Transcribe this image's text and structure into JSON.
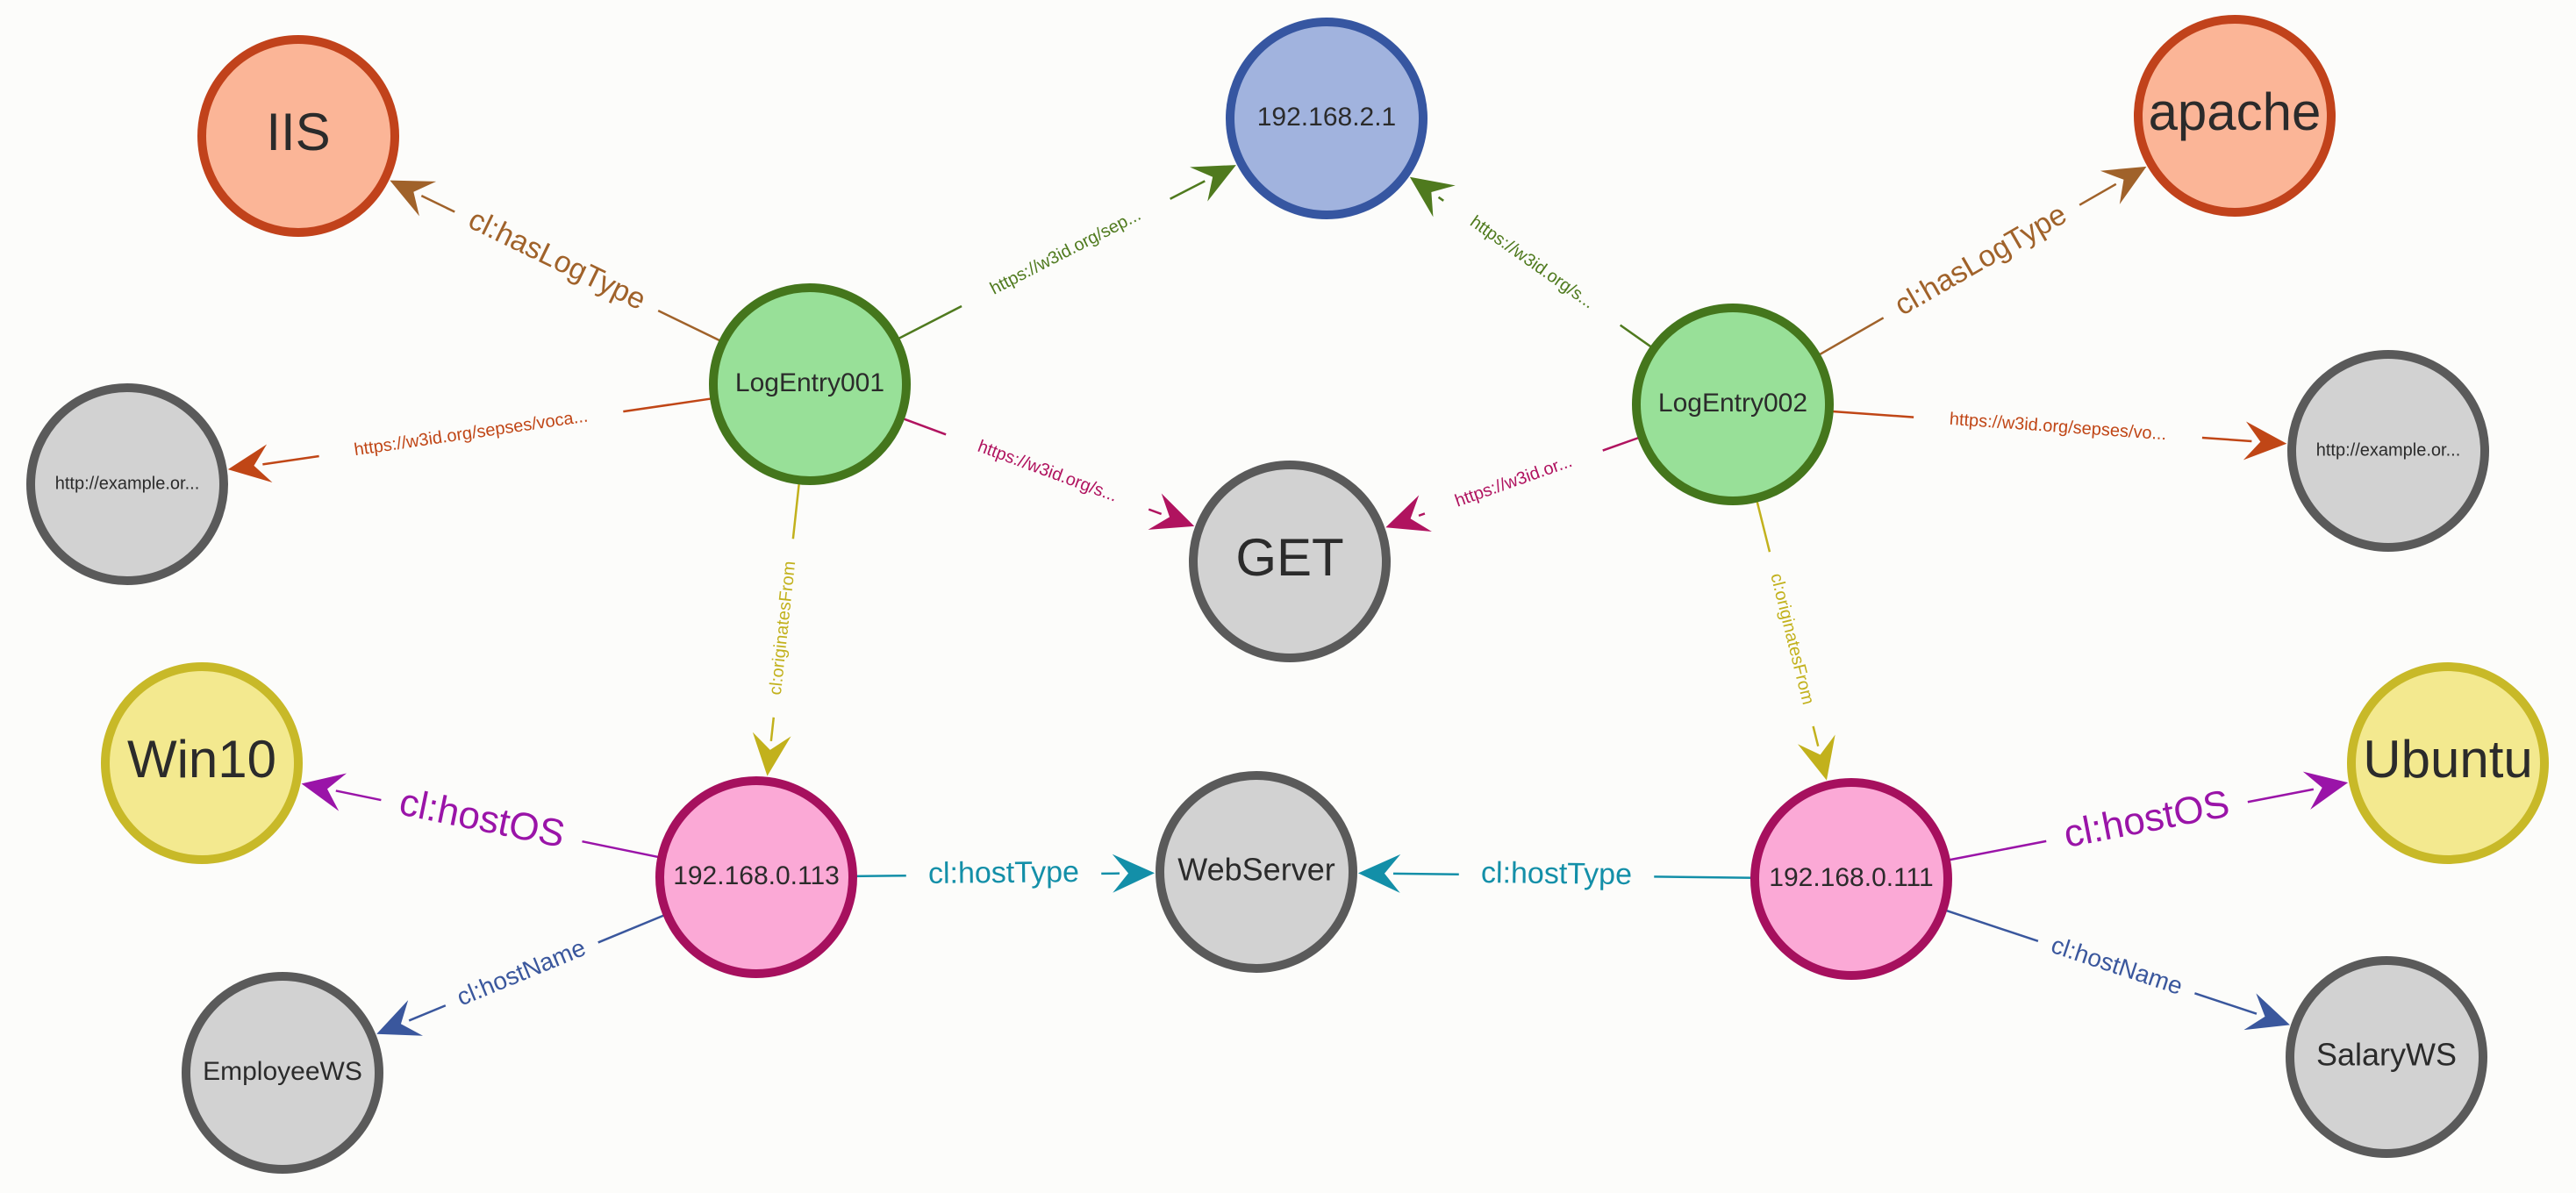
{
  "nodes": [
    {
      "id": "iis",
      "label": "IIS",
      "style": "orange",
      "size": "xl"
    },
    {
      "id": "ip2",
      "label": "192.168.2.1",
      "style": "blue",
      "size": "md"
    },
    {
      "id": "apache",
      "label": "apache",
      "style": "orange",
      "size": "xl"
    },
    {
      "id": "log1",
      "label": "LogEntry001",
      "style": "green",
      "size": "md"
    },
    {
      "id": "log2",
      "label": "LogEntry002",
      "style": "green",
      "size": "md"
    },
    {
      "id": "ex1",
      "label": "http://example.or...",
      "style": "grey",
      "size": "xs"
    },
    {
      "id": "ex2",
      "label": "http://example.or...",
      "style": "grey",
      "size": "xs"
    },
    {
      "id": "get",
      "label": "GET",
      "style": "grey",
      "size": "xl"
    },
    {
      "id": "win10",
      "label": "Win10",
      "style": "yellow",
      "size": "xl"
    },
    {
      "id": "ubuntu",
      "label": "Ubuntu",
      "style": "yellow",
      "size": "xl"
    },
    {
      "id": "ip113",
      "label": "192.168.0.113",
      "style": "pink",
      "size": "md"
    },
    {
      "id": "ip111",
      "label": "192.168.0.111",
      "style": "pink",
      "size": "md"
    },
    {
      "id": "webserver",
      "label": "WebServer",
      "style": "grey",
      "size": "lg"
    },
    {
      "id": "employeews",
      "label": "EmployeeWS",
      "style": "grey",
      "size": "md"
    },
    {
      "id": "salaryws",
      "label": "SalaryWS",
      "style": "grey",
      "size": "lg"
    }
  ],
  "edges": [
    {
      "from": "log1",
      "to": "iis",
      "label": "cl:hasLogType",
      "color": "#a0622a",
      "size": "lg"
    },
    {
      "from": "log1",
      "to": "ip2",
      "label": "https://w3id.org/sep...",
      "color": "#4f7a1e",
      "size": "sm"
    },
    {
      "from": "log1",
      "to": "ex1",
      "label": "https://w3id.org/sepses/voca...",
      "color": "#c04616",
      "size": "sm"
    },
    {
      "from": "log1",
      "to": "get",
      "label": "https://w3id.org/s...",
      "color": "#b0135f",
      "size": "sm"
    },
    {
      "from": "log1",
      "to": "ip113",
      "label": "cl:originatesFrom",
      "color": "#c2b11c",
      "size": "sm"
    },
    {
      "from": "log2",
      "to": "apache",
      "label": "cl:hasLogType",
      "color": "#a0622a",
      "size": "lg"
    },
    {
      "from": "log2",
      "to": "ip2",
      "label": "https://w3id.org/s...",
      "color": "#4f7a1e",
      "size": "sm"
    },
    {
      "from": "log2",
      "to": "ex2",
      "label": "https://w3id.org/sepses/vo...",
      "color": "#c04616",
      "size": "sm"
    },
    {
      "from": "log2",
      "to": "get",
      "label": "https://w3id.or...",
      "color": "#b0135f",
      "size": "sm"
    },
    {
      "from": "log2",
      "to": "ip111",
      "label": "cl:originatesFrom",
      "color": "#c2b11c",
      "size": "sm"
    },
    {
      "from": "ip113",
      "to": "win10",
      "label": "cl:hostOS",
      "color": "#9a14a8",
      "size": "xl"
    },
    {
      "from": "ip113",
      "to": "webserver",
      "label": "cl:hostType",
      "color": "#138fa8",
      "size": "lg"
    },
    {
      "from": "ip113",
      "to": "employeews",
      "label": "cl:hostName",
      "color": "#3a579d",
      "size": "md"
    },
    {
      "from": "ip111",
      "to": "webserver",
      "label": "cl:hostType",
      "color": "#138fa8",
      "size": "lg"
    },
    {
      "from": "ip111",
      "to": "ubuntu",
      "label": "cl:hostOS",
      "color": "#9a14a8",
      "size": "xl"
    },
    {
      "from": "ip111",
      "to": "salaryws",
      "label": "cl:hostName",
      "color": "#3a579d",
      "size": "md"
    }
  ],
  "styles": {
    "orange": {
      "fill": "#fbb597",
      "stroke": "#c1421b"
    },
    "blue": {
      "fill": "#a1b3de",
      "stroke": "#3656a1"
    },
    "green": {
      "fill": "#98e098",
      "stroke": "#44761c"
    },
    "grey": {
      "fill": "#d2d2d2",
      "stroke": "#5a5a5a"
    },
    "yellow": {
      "fill": "#f3e98f",
      "stroke": "#c8b928"
    },
    "pink": {
      "fill": "#fba9d6",
      "stroke": "#a6105e"
    }
  }
}
